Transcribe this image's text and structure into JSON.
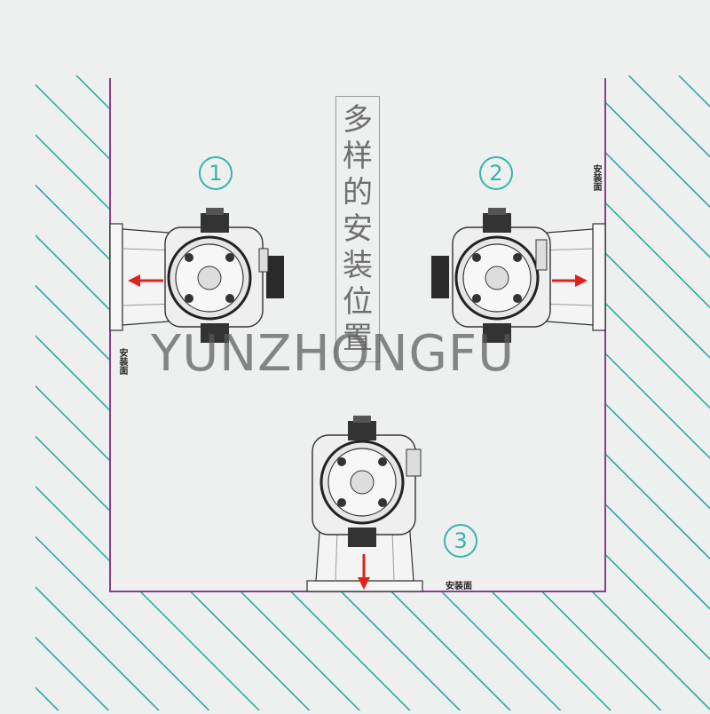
{
  "title": "多样的安装位置",
  "positions": [
    {
      "number": "1",
      "mount_label": "安装面"
    },
    {
      "number": "2",
      "mount_label": "安装面"
    },
    {
      "number": "3",
      "mount_label": "安装面"
    }
  ],
  "watermark": "YUNZHONGFU",
  "colors": {
    "hatch": "#2aa9a0",
    "wall_line": "#8a3f8a",
    "arrow": "#e0221c",
    "badge": "#35b6a8",
    "pump_body": "#f2f2f2",
    "pump_dark": "#2a2a2a"
  }
}
